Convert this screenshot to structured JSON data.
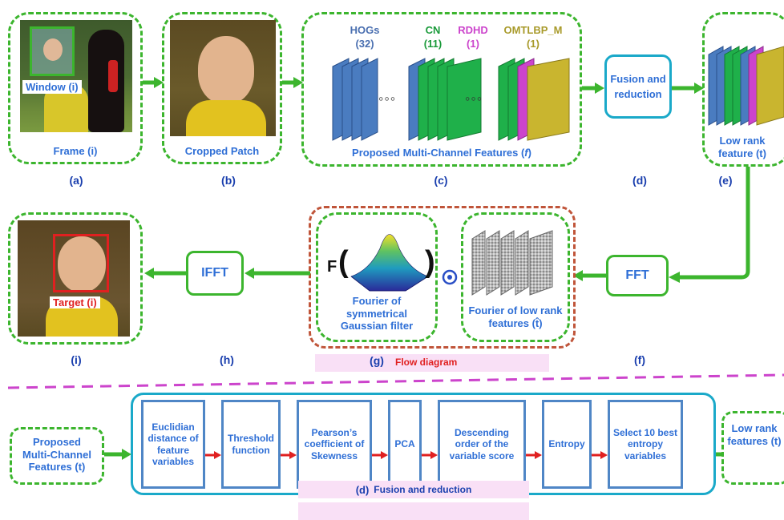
{
  "top": {
    "a": {
      "window_label": "Window (i)",
      "caption": "Frame (i)",
      "sub": "(a)"
    },
    "b": {
      "caption": "Cropped Patch",
      "sub": "(b)"
    },
    "c": {
      "hogs_name": "HOGs",
      "hogs_count": "(32)",
      "cn_name": "CN",
      "cn_count": "(11)",
      "rdhd_name": "RDHD",
      "rdhd_count": "(1)",
      "omtlbp_name": "OMTLBP_M",
      "omtlbp_count": "(1)",
      "caption_prefix": "Proposed Multi-Channel Features (",
      "caption_var": "f",
      "caption_suffix": ")",
      "sub": "(c)",
      "dots": "◦◦◦"
    },
    "d": {
      "label": "Fusion and reduction",
      "sub": "(d)"
    },
    "e": {
      "caption": "Low rank feature (t)",
      "sub": "(e)"
    }
  },
  "middle": {
    "f": {
      "label": "FFT",
      "sub": "(f)"
    },
    "g": {
      "f_letter": "F",
      "paren_open": "(",
      "paren_close": ")",
      "gauss_caption": "Fourier of symmetrical Gaussian filter",
      "low_rank_caption": "Fourier of low rank features (t̂)",
      "sub": "(g)",
      "title": "Flow diagram"
    },
    "h": {
      "label": "IFFT",
      "sub": "(h)"
    },
    "i": {
      "target_label": "Target (i)",
      "sub": "(i)"
    }
  },
  "bottom": {
    "input_label": "Proposed Multi-Channel Features (t)",
    "steps": [
      "Euclidian distance of feature variables",
      "Threshold function",
      "Pearson’s coefficient of Skewness",
      "PCA",
      "Descending order of the variable score",
      "Entropy",
      "Select 10 best entropy variables"
    ],
    "output_label": "Low rank features (t)",
    "sub": "(d)",
    "title": "Fusion and reduction"
  },
  "colors": {
    "green": "#3cb52e",
    "blue_text": "#2f6fd6",
    "dark_blue": "#1a3fae",
    "teal": "#1aa9c9",
    "orange": "#c0553a",
    "magenta": "#cc44cc",
    "red": "#e02020",
    "pink_bg": "#f9e0f6"
  }
}
